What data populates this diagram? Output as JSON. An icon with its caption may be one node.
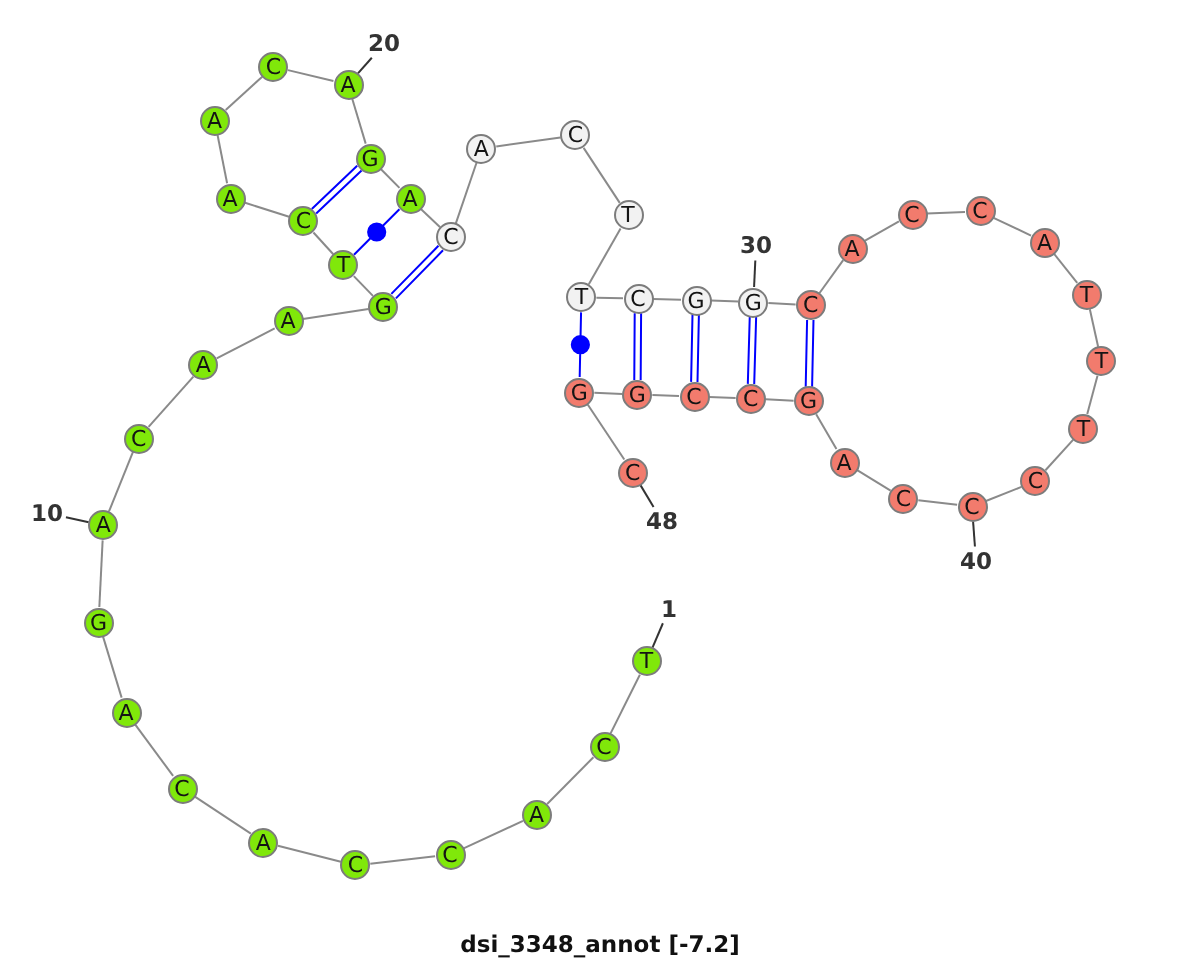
{
  "diagram": {
    "caption": "dsi_3348_annot [-7.2]",
    "nodes": [
      {
        "text": [
          "T"
        ]
      },
      {
        "text": [
          "C"
        ]
      },
      {
        "text": [
          "A"
        ]
      },
      {
        "text": [
          "C"
        ]
      },
      {
        "text": [
          "C"
        ]
      },
      {
        "text": [
          "A"
        ]
      },
      {
        "text": [
          "C"
        ]
      },
      {
        "text": [
          "A"
        ]
      },
      {
        "text": [
          "G"
        ]
      },
      {
        "text": [
          "A"
        ]
      },
      {
        "text": [
          "C"
        ]
      },
      {
        "text": [
          "A"
        ]
      },
      {
        "text": [
          "A"
        ]
      },
      {
        "text": [
          "G"
        ]
      },
      {
        "text": [
          "T"
        ]
      },
      {
        "text": [
          "C"
        ]
      },
      {
        "text": [
          "A"
        ]
      },
      {
        "text": [
          "A"
        ]
      },
      {
        "text": [
          "C"
        ]
      },
      {
        "text": [
          "A"
        ]
      },
      {
        "text": [
          "G"
        ]
      },
      {
        "text": [
          "A"
        ]
      },
      {
        "text": [
          "C"
        ]
      },
      {
        "text": [
          "A"
        ]
      },
      {
        "text": [
          "C"
        ]
      },
      {
        "text": [
          "T"
        ]
      },
      {
        "text": [
          "T"
        ]
      },
      {
        "text": [
          "C"
        ]
      },
      {
        "text": [
          "G"
        ]
      },
      {
        "text": [
          "G"
        ]
      },
      {
        "text": [
          "C"
        ]
      },
      {
        "text": [
          "A"
        ]
      },
      {
        "text": [
          "C"
        ]
      },
      {
        "text": [
          "C"
        ]
      },
      {
        "text": [
          "A"
        ]
      },
      {
        "text": [
          "T"
        ]
      },
      {
        "text": [
          "T"
        ]
      },
      {
        "text": [
          "T"
        ]
      },
      {
        "text": [
          "C"
        ]
      },
      {
        "text": [
          "C"
        ]
      },
      {
        "text": [
          "C"
        ]
      },
      {
        "text": [
          "A"
        ]
      },
      {
        "text": [
          "G"
        ]
      },
      {
        "text": [
          "C"
        ]
      },
      {
        "text": [
          "C"
        ]
      },
      {
        "text": [
          "G"
        ]
      },
      {
        "text": [
          "G"
        ]
      },
      {
        "text": [
          "C"
        ]
      },
      {
        "text": [
          "1"
        ]
      },
      {
        "text": [
          "10"
        ]
      },
      {
        "text": [
          "20"
        ]
      },
      {
        "text": [
          "30"
        ]
      },
      {
        "text": [
          "40"
        ]
      },
      {
        "text": [
          "48"
        ]
      }
    ],
    "edges": [
      {
        "from": 0,
        "to": 1,
        "arrow": "none"
      },
      {
        "from": 1,
        "to": 2,
        "arrow": "none"
      },
      {
        "from": 2,
        "to": 3,
        "arrow": "none"
      },
      {
        "from": 3,
        "to": 4,
        "arrow": "none"
      },
      {
        "from": 4,
        "to": 5,
        "arrow": "none"
      },
      {
        "from": 5,
        "to": 6,
        "arrow": "none"
      },
      {
        "from": 6,
        "to": 7,
        "arrow": "none"
      },
      {
        "from": 7,
        "to": 8,
        "arrow": "none"
      },
      {
        "from": 8,
        "to": 9,
        "arrow": "none"
      },
      {
        "from": 9,
        "to": 10,
        "arrow": "none"
      },
      {
        "from": 10,
        "to": 11,
        "arrow": "none"
      },
      {
        "from": 11,
        "to": 12,
        "arrow": "none"
      },
      {
        "from": 12,
        "to": 13,
        "arrow": "none"
      },
      {
        "from": 13,
        "to": 14,
        "arrow": "none"
      },
      {
        "from": 14,
        "to": 15,
        "arrow": "none"
      },
      {
        "from": 15,
        "to": 16,
        "arrow": "none"
      },
      {
        "from": 16,
        "to": 17,
        "arrow": "none"
      },
      {
        "from": 17,
        "to": 18,
        "arrow": "none"
      },
      {
        "from": 18,
        "to": 19,
        "arrow": "none"
      },
      {
        "from": 19,
        "to": 20,
        "arrow": "none"
      },
      {
        "from": 20,
        "to": 21,
        "arrow": "none"
      },
      {
        "from": 21,
        "to": 22,
        "arrow": "none"
      },
      {
        "from": 22,
        "to": 23,
        "arrow": "none"
      },
      {
        "from": 23,
        "to": 24,
        "arrow": "none"
      },
      {
        "from": 24,
        "to": 25,
        "arrow": "none"
      },
      {
        "from": 25,
        "to": 26,
        "arrow": "none"
      },
      {
        "from": 26,
        "to": 27,
        "arrow": "none"
      },
      {
        "from": 27,
        "to": 28,
        "arrow": "none"
      },
      {
        "from": 28,
        "to": 29,
        "arrow": "none"
      },
      {
        "from": 29,
        "to": 30,
        "arrow": "none"
      },
      {
        "from": 30,
        "to": 31,
        "arrow": "none"
      },
      {
        "from": 31,
        "to": 32,
        "arrow": "none"
      },
      {
        "from": 32,
        "to": 33,
        "arrow": "none"
      },
      {
        "from": 33,
        "to": 34,
        "arrow": "none"
      },
      {
        "from": 34,
        "to": 35,
        "arrow": "none"
      },
      {
        "from": 35,
        "to": 36,
        "arrow": "none"
      },
      {
        "from": 36,
        "to": 37,
        "arrow": "none"
      },
      {
        "from": 37,
        "to": 38,
        "arrow": "none"
      },
      {
        "from": 38,
        "to": 39,
        "arrow": "none"
      },
      {
        "from": 39,
        "to": 40,
        "arrow": "none"
      },
      {
        "from": 40,
        "to": 41,
        "arrow": "none"
      },
      {
        "from": 41,
        "to": 42,
        "arrow": "none"
      },
      {
        "from": 42,
        "to": 43,
        "arrow": "none"
      },
      {
        "from": 43,
        "to": 44,
        "arrow": "none"
      },
      {
        "from": 44,
        "to": 45,
        "arrow": "none"
      },
      {
        "from": 45,
        "to": 46,
        "arrow": "none"
      },
      {
        "from": 46,
        "to": 47,
        "arrow": "none"
      },
      {
        "from": 13,
        "to": 22,
        "arrow": "none",
        "color": "#0000ff"
      },
      {
        "from": 14,
        "to": 21,
        "arrow": "none",
        "color": "#0000ff"
      },
      {
        "from": 15,
        "to": 20,
        "arrow": "none",
        "color": "#0000ff"
      },
      {
        "from": 26,
        "to": 46,
        "arrow": "none",
        "color": "#0000ff"
      },
      {
        "from": 27,
        "to": 45,
        "arrow": "none",
        "color": "#0000ff"
      },
      {
        "from": 28,
        "to": 44,
        "arrow": "none",
        "color": "#0000ff"
      },
      {
        "from": 29,
        "to": 43,
        "arrow": "none",
        "color": "#0000ff"
      },
      {
        "from": 30,
        "to": 42,
        "arrow": "none",
        "color": "#0000ff"
      },
      {
        "from": 48,
        "to": 0,
        "arrow": "none",
        "color": "#333333"
      },
      {
        "from": 49,
        "to": 9,
        "arrow": "none",
        "color": "#333333"
      },
      {
        "from": 50,
        "to": 19,
        "arrow": "none",
        "color": "#333333"
      },
      {
        "from": 51,
        "to": 29,
        "arrow": "none",
        "color": "#333333"
      },
      {
        "from": 52,
        "to": 39,
        "arrow": "none",
        "color": "#333333"
      },
      {
        "from": 53,
        "to": 47,
        "arrow": "none",
        "color": "#333333"
      }
    ]
  }
}
